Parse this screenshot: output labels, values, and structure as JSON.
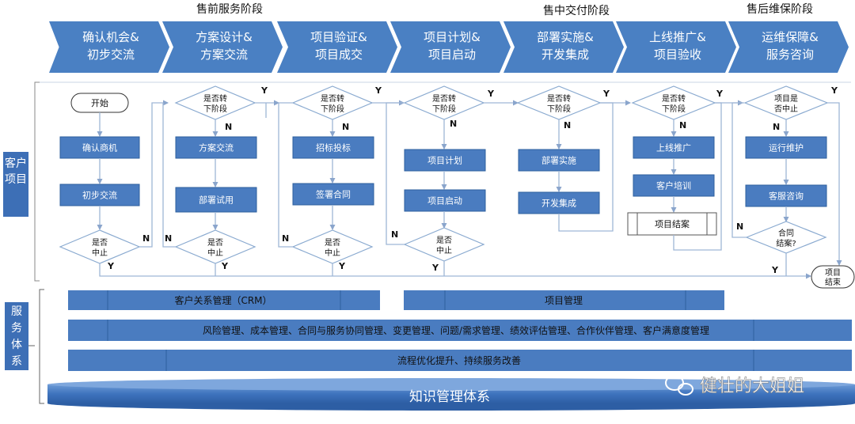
{
  "phases": [
    "售前服务阶段",
    "售中交付阶段",
    "售后维保阶段"
  ],
  "stages": [
    [
      "确认机会&",
      "初步交流"
    ],
    [
      "方案设计&",
      "方案交流"
    ],
    [
      "项目验证&",
      "项目成交"
    ],
    [
      "项目计划&",
      "项目启动"
    ],
    [
      "部署实施&",
      "开发集成"
    ],
    [
      "上线推广&",
      "项目验收"
    ],
    [
      "运维保障&",
      "服务咨询"
    ]
  ],
  "side_labels": {
    "customer": [
      "客户",
      "项目"
    ],
    "service": [
      "服",
      "务",
      "体",
      "系"
    ]
  },
  "start_label": "开始",
  "end_label": [
    "项目",
    "结束"
  ],
  "steps": {
    "s1": [
      "确认商机",
      "初步交流"
    ],
    "s2": [
      "方案交流",
      "部署试用"
    ],
    "s3": [
      "招标投标",
      "签署合同"
    ],
    "s4": [
      "项目计划",
      "项目启动"
    ],
    "s5": [
      "部署实施",
      "开发集成"
    ],
    "s6": [
      "上线推广",
      "客户培训",
      "项目结案"
    ],
    "s7": [
      "运行维护",
      "客服咨询"
    ]
  },
  "decisions": {
    "next_stage": [
      "是否转",
      "下阶段"
    ],
    "stop": [
      "是否",
      "中止"
    ],
    "project_stop": [
      "项目是",
      "否中止"
    ],
    "contract_close": [
      "合同",
      "结案?"
    ]
  },
  "yes": "Y",
  "no": "N",
  "service_bars": {
    "crm": "客户关系管理（CRM）",
    "pm": "项目管理",
    "management": "风险管理、成本管理、合同与服务协同管理、变更管理、问题/需求管理、绩效评估管理、合作伙伴管理、客户满意度管理",
    "optimize": "流程优化提升、持续服务改善",
    "knowledge": "知识管理体系"
  },
  "watermark": "健壮的大姐姐",
  "colors": {
    "chevron": "#4a80c3",
    "box": "#4a7cc0",
    "box_border": "#2e5f9e",
    "bar": "#4a7cc0",
    "side": "#3d6fb6",
    "line": "#9fb6d6",
    "diamond_border": "#8aaad0"
  }
}
